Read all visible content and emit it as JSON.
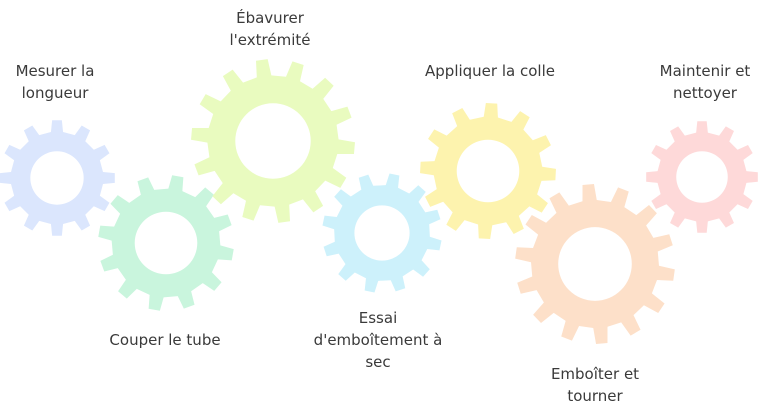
{
  "steps": [
    {
      "label": "Mesurer la\nlongueur",
      "color": "#dbe6fd"
    },
    {
      "label": "Couper le tube",
      "color": "#c9f5dd"
    },
    {
      "label": "Ébavurer\nl'extrémité",
      "color": "#e9fbbf"
    },
    {
      "label": "Essai\nd'emboîtement à\nsec",
      "color": "#cdf1fb"
    },
    {
      "label": "Appliquer la colle",
      "color": "#fdf3ae"
    },
    {
      "label": "Emboîter et\ntourner",
      "color": "#fde0c9"
    },
    {
      "label": "Maintenir et\nnettoyer",
      "color": "#fed9d9"
    }
  ]
}
